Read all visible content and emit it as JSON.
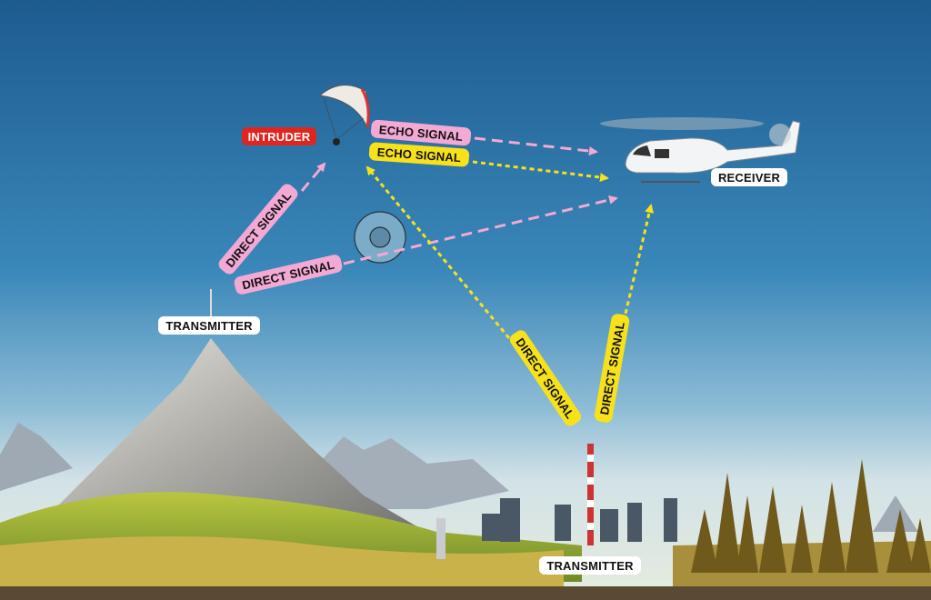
{
  "labels": {
    "intruder": "INTRUDER",
    "echo_signal_pink": "ECHO SIGNAL",
    "echo_signal_yellow": "ECHO SIGNAL",
    "direct_signal_pink_diag": "DIRECT SIGNAL",
    "direct_signal_pink_low": "DIRECT SIGNAL",
    "direct_signal_yellow_diag": "DIRECT SIGNAL",
    "direct_signal_yellow_vert": "DIRECT SIGNAL",
    "receiver": "RECEIVER",
    "transmitter_mountain": "TRANSMITTER",
    "transmitter_city": "TRANSMITTER"
  },
  "colors": {
    "pink": "#f2a9d3",
    "yellow": "#f7e11b",
    "intruder_red": "#e0251f",
    "white_label": "#ffffff"
  },
  "icons": [
    "paraglider-icon",
    "helicopter-icon",
    "target-icon",
    "antenna-tower-icon"
  ]
}
